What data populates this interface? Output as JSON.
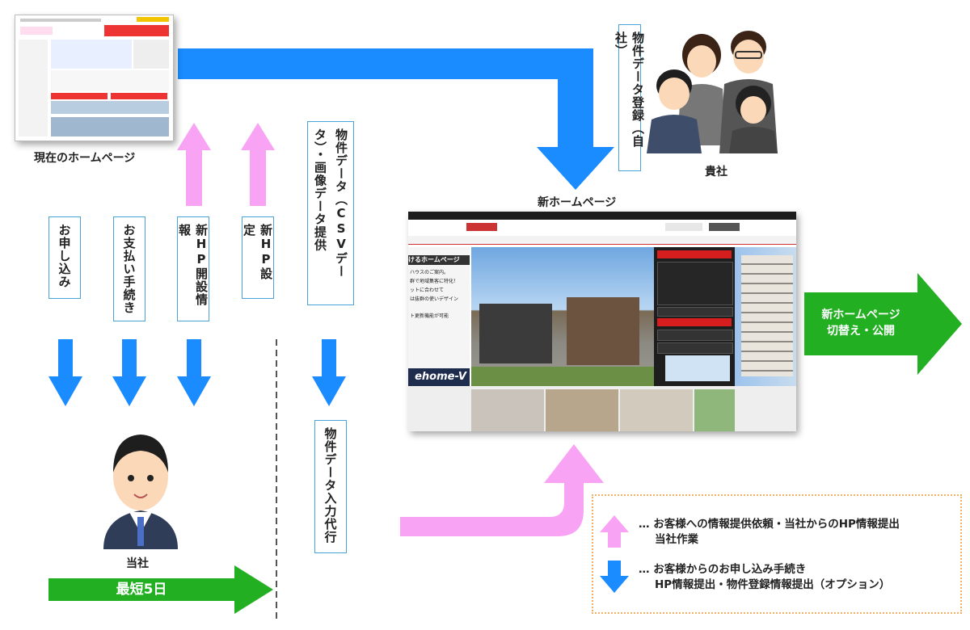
{
  "labels": {
    "current_homepage": "現在のホームページ",
    "new_homepage": "新ホームページ",
    "client": "貴社",
    "our_company": "当社"
  },
  "vertical_boxes": {
    "apply": "お申し込み",
    "payment": "お支払い手続き",
    "hp_info": "新HP開設情報",
    "hp_setting": "新HP設定",
    "csv": "物件データ（CSVデータ）・画像データ提供",
    "self_register": "物件データ登録（自社）",
    "input_proxy": "物件データ入力代行"
  },
  "green_arrows": {
    "publish_line1": "新ホームページ",
    "publish_line2": "切替え・公開",
    "shortest": "最短5日"
  },
  "legend": {
    "pink_line1": "… お客様への情報提供依頼・当社からのHP情報提出",
    "pink_line2": "当社作業",
    "blue_line1": "… お客様からのお申し込み手続き",
    "blue_line2": "HP情報提出・物件登録情報提出（オプション）"
  },
  "new_site_mock": {
    "banner_heading": "けるホームページ",
    "banner_line1": "ハウスのご案内。",
    "banner_line2": "群で地域集客に特化！",
    "banner_line3": "ットに合わせて",
    "banner_line4": "は抜群の使いデザイン",
    "banner_line5": "ト更新機能が可能",
    "brand": "ehome-V"
  },
  "colors": {
    "blue": "#1a8cff",
    "pink": "#f9a3f5",
    "green": "#22b022",
    "box_border": "#4aa3d8",
    "legend_border": "#f0b068"
  }
}
